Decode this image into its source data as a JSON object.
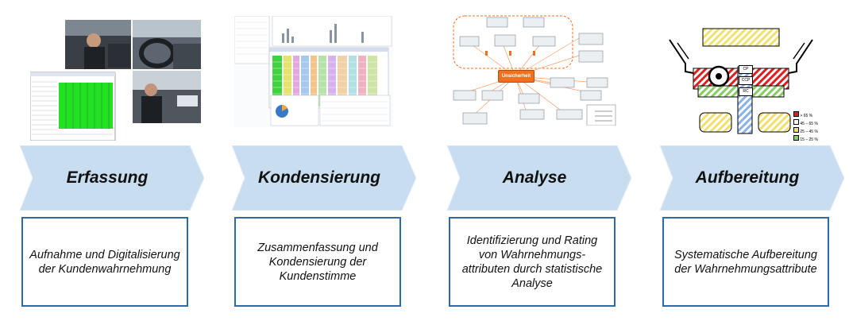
{
  "steps": [
    {
      "title": "Erfassung",
      "description": "Aufnahme und Digitalisierung der Kundenwahrnehmung"
    },
    {
      "title": "Kondensierung",
      "description": "Zusammenfassung und Kondensierung der Kundenstimme"
    },
    {
      "title": "Analyse",
      "description": "Identifizierung und Rating von Wahrnehmungs-attributen durch statistische Analyse"
    },
    {
      "title": "Aufbereitung",
      "description": "Systematische Aufbereitung der Wahrnehmungsattribute"
    }
  ],
  "analysis_diagram": {
    "center_label": "Unsicherheit"
  },
  "car_diagram": {
    "zone_labels": [
      "CP",
      "CCP",
      "RC"
    ],
    "legend": [
      "> 65 %",
      "45 – 65 %",
      "25 – 45 %",
      "15 – 25 %"
    ],
    "legend_colors": [
      "#e02020",
      "#ffffff",
      "#f0e070",
      "#88cc66"
    ]
  },
  "colors": {
    "arrow_fill": "#c9ddf1",
    "box_border": "#2c6aa8",
    "highlight_green": "#22e022",
    "center_orange": "#f07020"
  }
}
